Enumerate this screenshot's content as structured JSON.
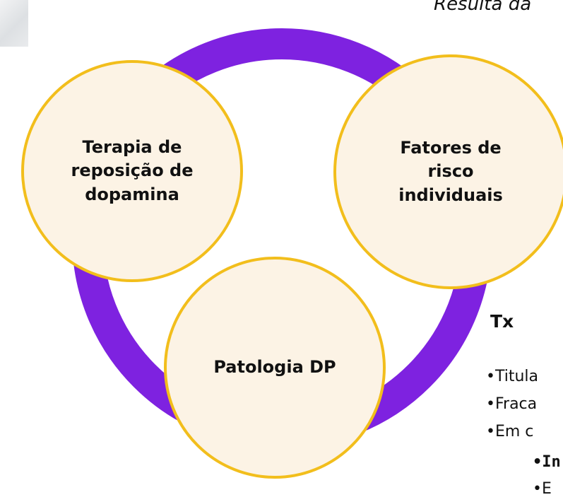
{
  "header_fragment": "Resulta da",
  "circles": {
    "terapia": "Terapia de\nreposição de\ndopamina",
    "fatores": "Fatores de\nrisco\nindividuais",
    "patologia": "Patologia DP"
  },
  "tx": {
    "heading": "Tx",
    "lines": [
      "•Titula",
      "•Fraca",
      "•Em c",
      "•In",
      "•E"
    ]
  },
  "colors": {
    "ring": "#7E22E0",
    "circle_border": "#F2BE1C",
    "circle_fill": "#FCF3E5",
    "text": "#111111"
  }
}
